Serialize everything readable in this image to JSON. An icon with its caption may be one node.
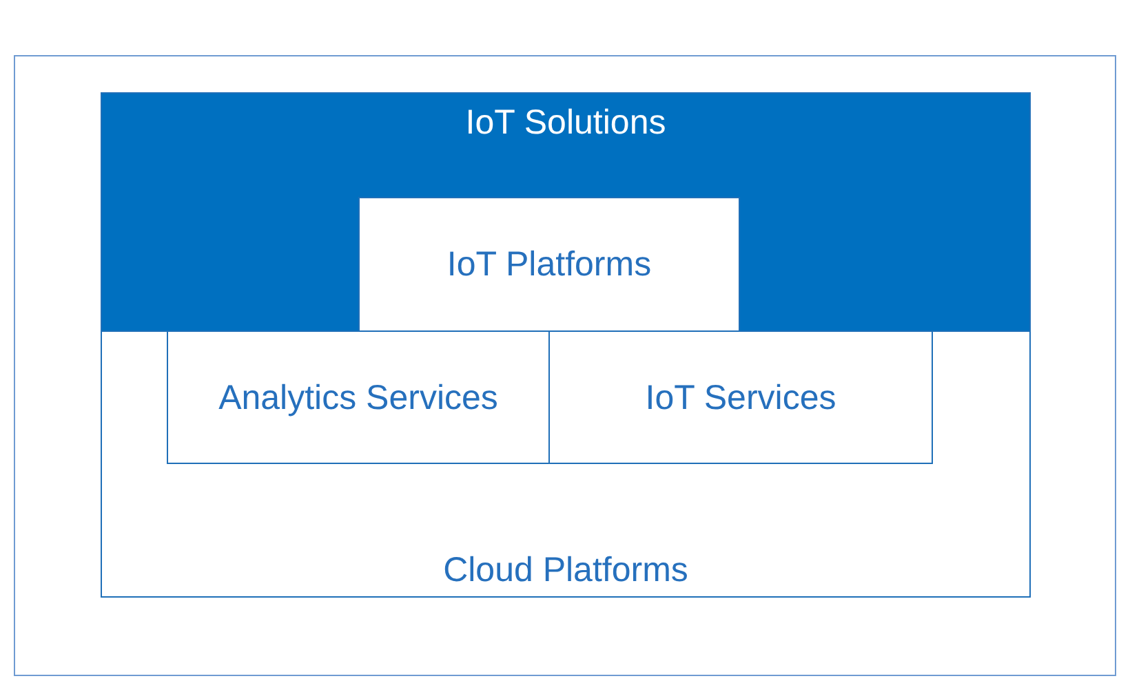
{
  "diagram": {
    "nodes": [
      {
        "text": [
          "IoT Solutions"
        ]
      },
      {
        "text": [
          "IoT Platforms"
        ],
        "in": 0
      },
      {
        "text": [
          "Cloud Platforms"
        ]
      },
      {
        "text": [
          "Analytics Services"
        ],
        "in": 2
      },
      {
        "text": [
          "IoT Services"
        ],
        "in": 2
      }
    ]
  }
}
